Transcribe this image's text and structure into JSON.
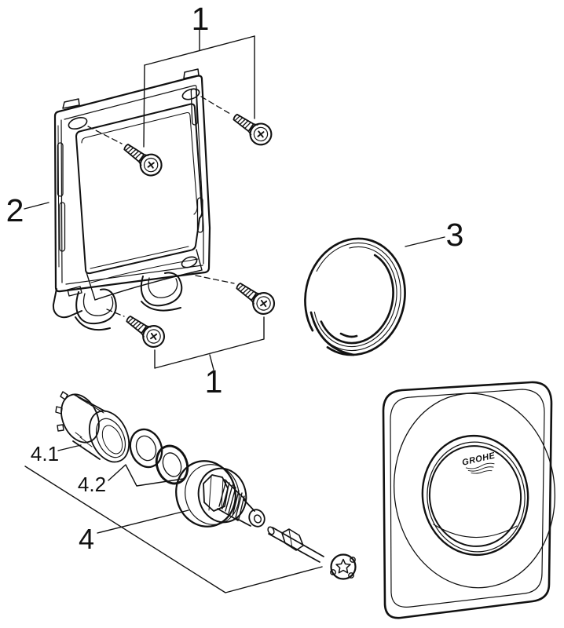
{
  "colors": {
    "ink": "#111111",
    "paper": "#ffffff"
  },
  "labels": {
    "screws_top": "1",
    "screws_bottom": "1",
    "mounting_frame": "2",
    "seal_ring": "3",
    "actuator_assembly": "4",
    "adapter_sleeve": "4.1",
    "seal_washers": "4.2"
  },
  "flush_plate": {
    "logo": "GROHE"
  }
}
